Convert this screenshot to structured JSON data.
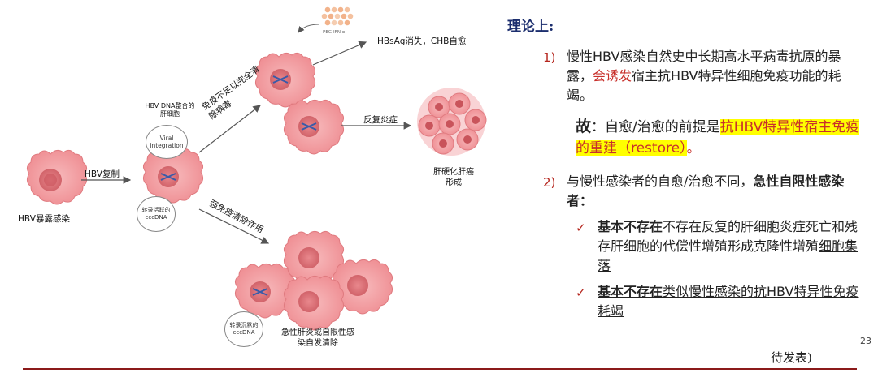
{
  "diagram": {
    "pegifn_label": "PEG-IFN α",
    "hbsag_label": "HBsAg消失，CHB自愈",
    "integrated_cell_label": "HBV DNA整合的肝细胞",
    "viral_integration": "Viral integration",
    "transcriptionally_active": "转录活跃的cccDNA",
    "hbv_replication": "HBV复制",
    "hbv_exposure": "HBV暴露感染",
    "immune_insufficient": "免疫不足以完全清除病毒",
    "repeated_inflammation": "反复炎症",
    "cirrhosis": "肝硬化肝癌形成",
    "strong_immune_clearance": "强免疫清除作用",
    "silent_cccdna": "转录沉默的cccDNA",
    "acute_hepatitis": "急性肝炎或自限性感染自发清除"
  },
  "text": {
    "heading": "理论上:",
    "item1_num": "1)",
    "item1_a": "慢性HBV感染自然史中长期高水平病毒抗原的暴露，",
    "item1_red": "会诱发",
    "item1_b": "宿主抗HBV特异性细胞免疫功能的耗竭。",
    "therefore_label": "故",
    "therefore_mid": "：自愈/治愈的前提是",
    "therefore_hl": "抗HBV特异性宿主免疫的重建（restore）",
    "therefore_end": "。",
    "item2_num": "2)",
    "item2_a": "与慢性感染者的自愈/治愈不同，",
    "item2_bold": "急性自限性感染者：",
    "check1_bold": "基本不存在",
    "check1_rest": "不存在反复的肝细胞炎症死亡和残存肝细胞的代偿性增殖形成克隆性增殖",
    "check1_under": "细胞集落",
    "check2_bold": "基本不存在",
    "check2_rest": "类似慢性感染的抗HBV特异性免疫耗竭",
    "check_mark": "✓",
    "page_number": "23",
    "footer_note": "待发表)"
  },
  "colors": {
    "cell_fill": "#f3a0a3",
    "cell_edge": "#e07b80",
    "nucleus": "#d56a70",
    "heading": "#1c2e6e",
    "accent_red": "#c8302b",
    "highlight": "#ffff00",
    "footer_line": "#8b1a1a"
  }
}
